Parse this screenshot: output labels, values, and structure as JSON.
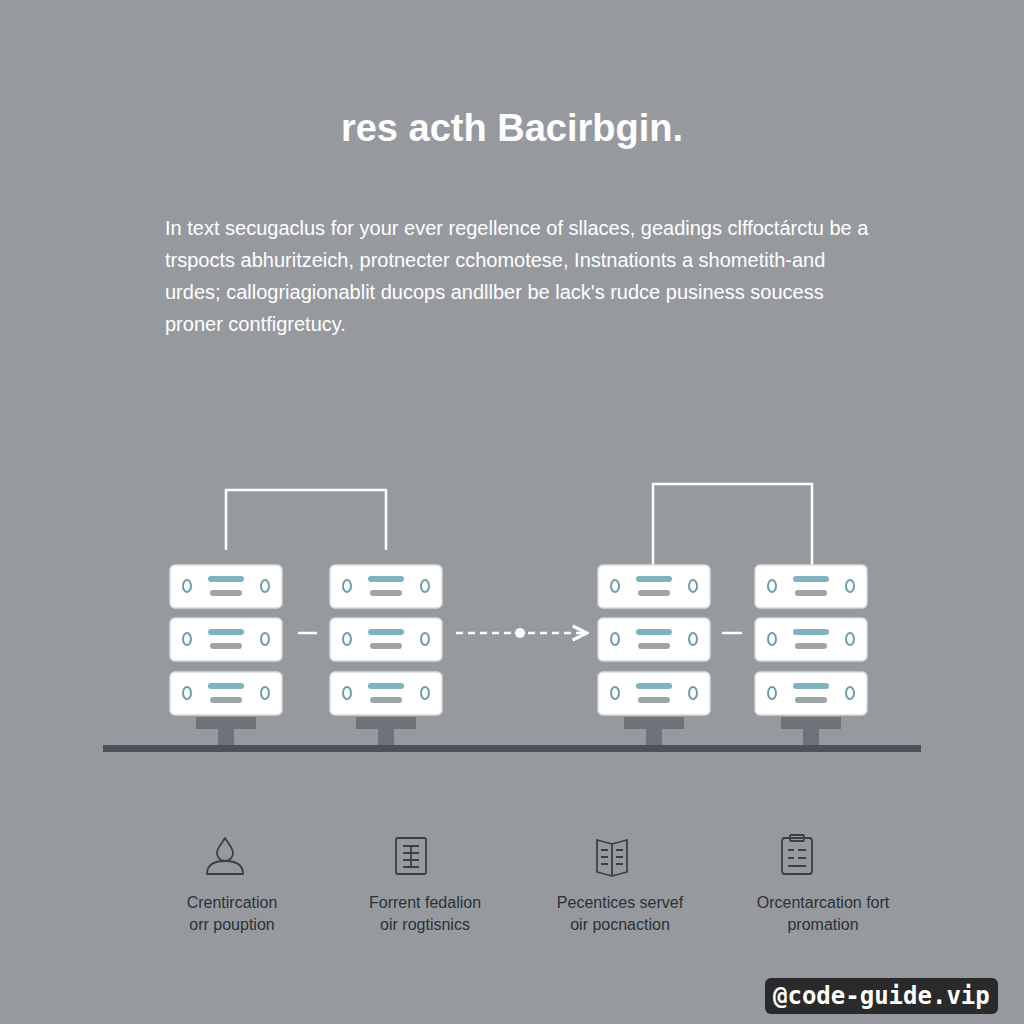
{
  "diagram": {
    "title": "res acth Bacirbgin.",
    "labels": [
      "In text secugaclus for your ever regellence of sllaces, geadings clffoctárctu be a trspocts abhuritzeich, protnecter cchomotese, Instnationts a shometith-and urdes; callogriagionablit ducops andllber be lack's rudce pusiness soucess proner contfigretucy.",
      "Crentircation orr pouption",
      "Forrent fedalion oir rogtisnics",
      "Pecentices servef oir pocnaction",
      "Orcentarcation fort promation",
      "@code-guide.vip"
    ]
  }
}
